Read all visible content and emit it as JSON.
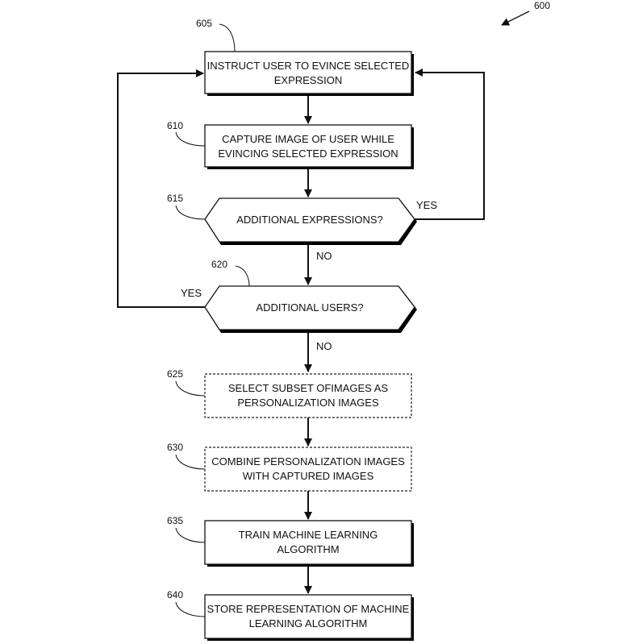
{
  "figure": {
    "ref": "600"
  },
  "steps": [
    {
      "ref": "605",
      "type": "process",
      "lines": [
        "INSTRUCT USER TO EVINCE SELECTED",
        "EXPRESSION"
      ]
    },
    {
      "ref": "610",
      "type": "process",
      "lines": [
        "CAPTURE IMAGE OF USER WHILE",
        "EVINCING SELECTED EXPRESSION"
      ]
    },
    {
      "ref": "615",
      "type": "decision",
      "lines": [
        "ADDITIONAL EXPRESSIONS?"
      ],
      "yes_label": "YES",
      "no_label": "NO"
    },
    {
      "ref": "620",
      "type": "decision",
      "lines": [
        "ADDITIONAL USERS?"
      ],
      "yes_label": "YES",
      "no_label": "NO"
    },
    {
      "ref": "625",
      "type": "optional",
      "lines": [
        "SELECT SUBSET OFIMAGES AS",
        "PERSONALIZATION IMAGES"
      ]
    },
    {
      "ref": "630",
      "type": "optional",
      "lines": [
        "COMBINE PERSONALIZATION IMAGES",
        "WITH CAPTURED IMAGES"
      ]
    },
    {
      "ref": "635",
      "type": "process",
      "lines": [
        "TRAIN MACHINE LEARNING",
        "ALGORITHM"
      ]
    },
    {
      "ref": "640",
      "type": "process",
      "lines": [
        "STORE REPRESENTATION OF MACHINE",
        "LEARNING ALGORITHM"
      ]
    }
  ]
}
